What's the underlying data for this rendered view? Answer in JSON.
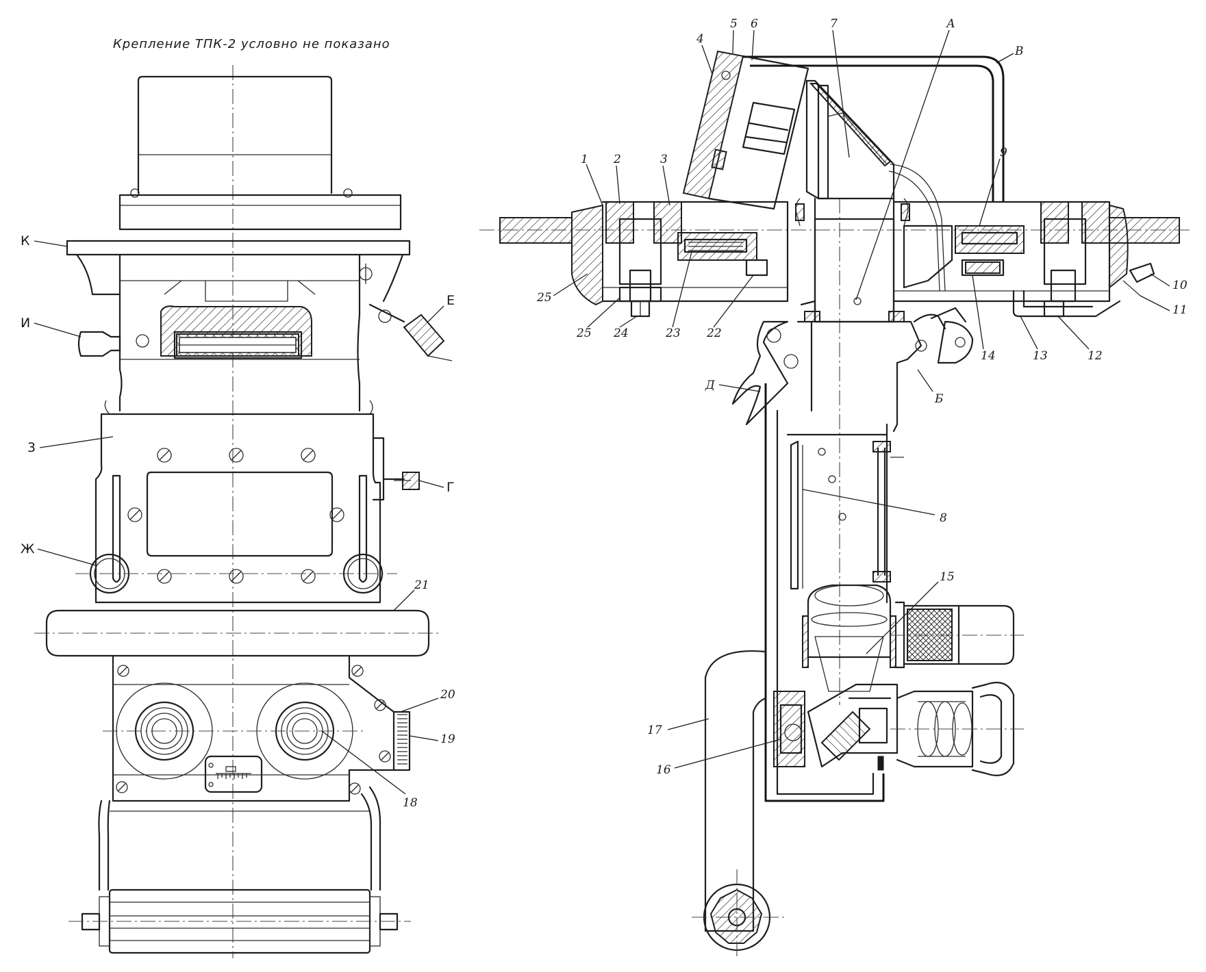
{
  "caption": "Крепление  ТПК-2  условно  не  показано",
  "front_view_labels": {
    "K": "К",
    "I": "И",
    "E": "Е",
    "Z": "3",
    "G": "Г",
    "ZH": "Ж",
    "n21": "21",
    "n20": "20",
    "n19": "19",
    "n18": "18"
  },
  "section_view_labels": {
    "n4": "4",
    "n5": "5",
    "n6": "6",
    "n7": "7",
    "A": "А",
    "V": "В",
    "n1": "1",
    "n2": "2",
    "n3": "3",
    "n9": "9",
    "n25a": "25",
    "n25b": "25",
    "n24": "24",
    "n23": "23",
    "n22": "22",
    "n10": "10",
    "n11": "11",
    "n12": "12",
    "n13": "13",
    "n14": "14",
    "B": "Б",
    "D": "Д",
    "n8": "8",
    "n15": "15",
    "n17": "17",
    "n16": "16"
  }
}
